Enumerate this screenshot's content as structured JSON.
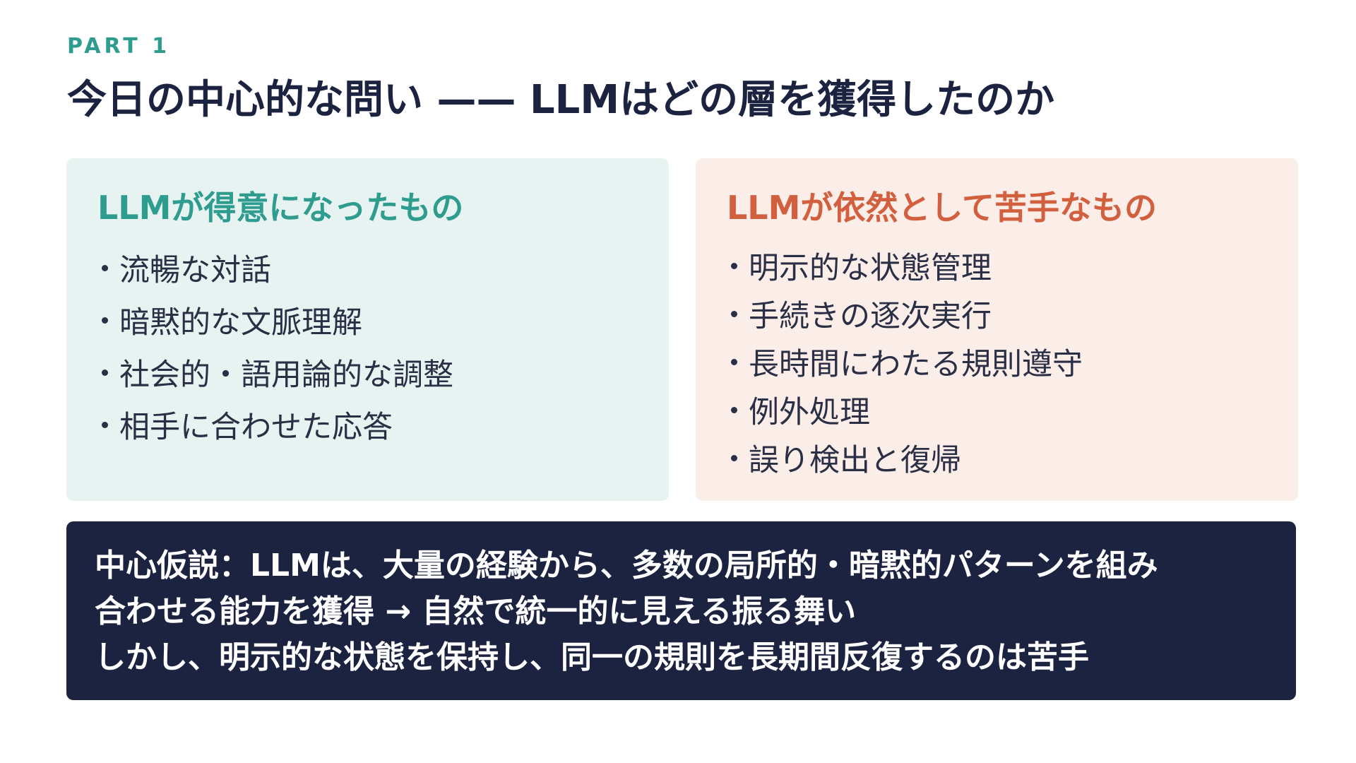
{
  "header": {
    "part_label": "PART 1",
    "title": "今日の中心的な問い —— LLMはどの層を獲得したのか"
  },
  "panels": {
    "strengths": {
      "heading": "LLMが得意になったもの",
      "accent_color": "#2e9c8e",
      "background_color": "#e7f3f0",
      "items": [
        "流暢な対話",
        "暗黙的な文脈理解",
        "社会的・語用論的な調整",
        "相手に合わせた応答"
      ]
    },
    "weaknesses": {
      "heading": "LLMが依然として苦手なもの",
      "accent_color": "#d25f3d",
      "background_color": "#fbede8",
      "items": [
        "明示的な状態管理",
        "手続きの逐次実行",
        "長時間にわたる規則遵守",
        "例外処理",
        "誤り検出と復帰"
      ]
    }
  },
  "hypothesis": {
    "background_color": "#1c2340",
    "lines": [
      "中心仮説：LLMは、大量の経験から、多数の局所的・暗黙的パターンを組み",
      "合わせる能力を獲得 → 自然で統一的に見える振る舞い",
      "しかし、明示的な状態を保持し、同一の規則を長期間反復するのは苦手"
    ]
  }
}
